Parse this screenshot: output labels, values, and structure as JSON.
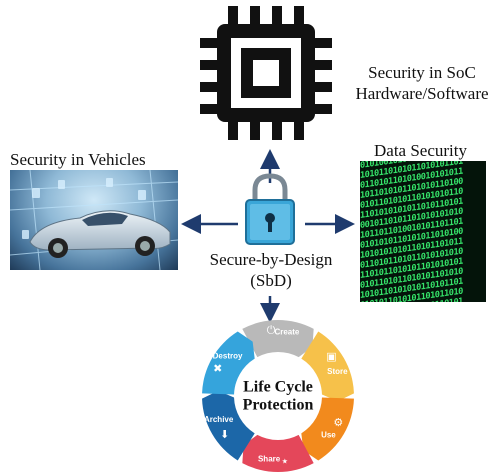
{
  "labels": {
    "soc_line1": "Security in SoC",
    "soc_line2": "Hardware/Software",
    "vehicles": "Security in Vehicles",
    "data": "Data Security",
    "sbd_line1": "Secure-by-Design",
    "sbd_line2": "(SbD)"
  },
  "lifecycle": {
    "title_line1": "Life Cycle",
    "title_line2": "Protection",
    "stages": [
      {
        "label": "Create",
        "color": "#b9b9b9",
        "icon": "power-icon"
      },
      {
        "label": "Store",
        "color": "#f6c14a",
        "icon": "save-disk-icon"
      },
      {
        "label": "Use",
        "color": "#f28a1d",
        "icon": "gear-icon"
      },
      {
        "label": "Share",
        "color": "#e4475a",
        "icon": "share-icon"
      },
      {
        "label": "Archive",
        "color": "#1c67a8",
        "icon": "archive-download-icon"
      },
      {
        "label": "Destroy",
        "color": "#35a4dc",
        "icon": "trash-icon"
      }
    ]
  },
  "colors": {
    "arrow": "#1f3b6e",
    "lock_body": "#3aa6d8",
    "chip": "#111111"
  },
  "data_bits": [
    "0101001010010101110110",
    "1010110101011010101101",
    "0110101101010010101011",
    "1011010101101010110100",
    "0101101010110101010110",
    "1101010101011010110101",
    "0010110101101010101010",
    "1011011010010101101101",
    "0101010110101011010100",
    "1010101010110101101011",
    "0110101101011010101010",
    "1101011010101101010101",
    "0101101011010101101010",
    "1010110101010110101101",
    "0101011010101101011010",
    "1011010110101010110101"
  ]
}
